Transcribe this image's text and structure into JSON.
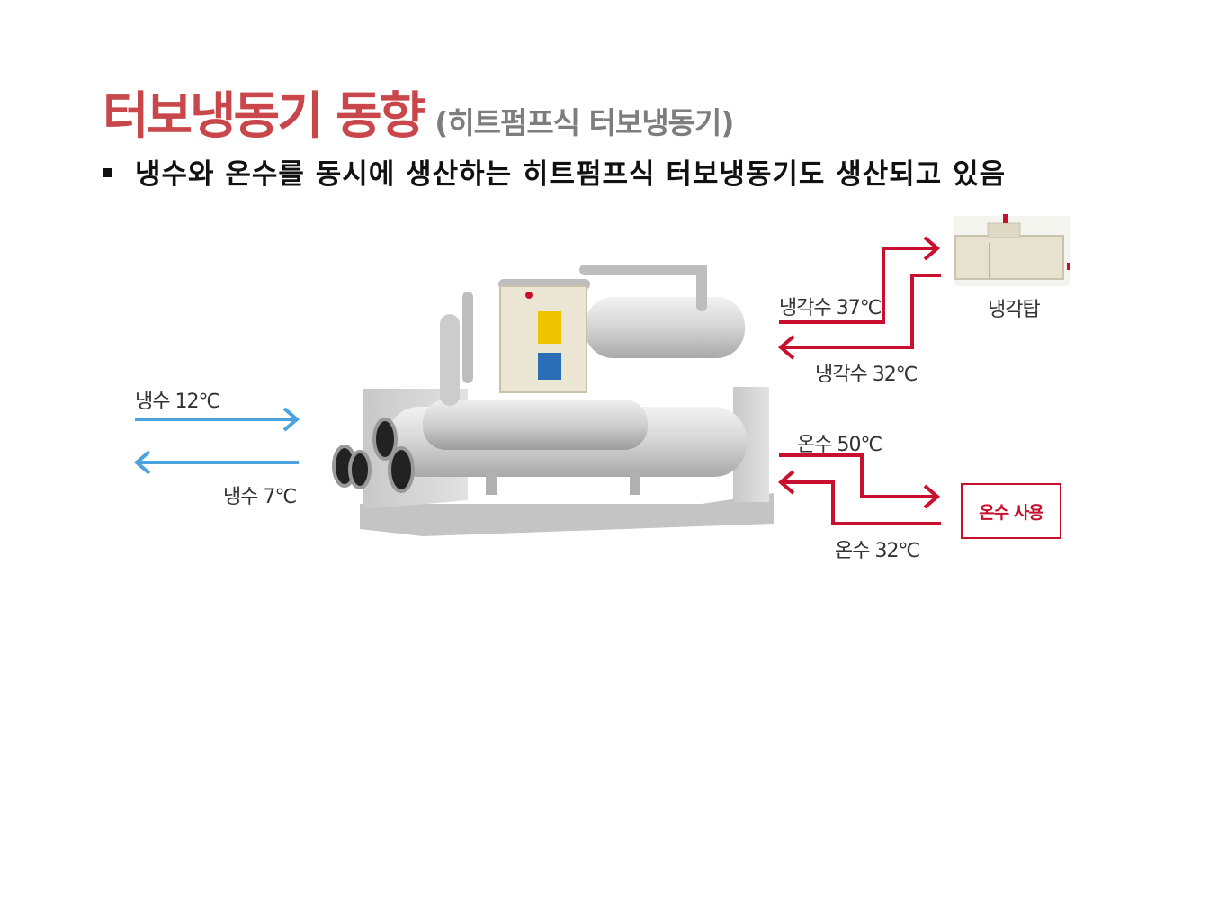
{
  "title": {
    "main": "터보냉동기 동향",
    "sub": "(히트펌프식 터보냉동기)"
  },
  "bullet": "냉수와 온수를 동시에 생산하는 히트펌프식 터보냉동기도 생산되고 있음",
  "diagram": {
    "chilled_in": "냉수 12℃",
    "chilled_out": "냉수 7℃",
    "cooling_out": "냉각수 37℃",
    "cooling_in": "냉각수 32℃",
    "cooling_tower": "냉각탑",
    "hot_out": "온수 50℃",
    "hot_in": "온수 32℃",
    "hot_use": "온수 사용"
  },
  "colors": {
    "title_red": "#c9474a",
    "flow_red": "#c8102e",
    "flow_blue": "#4aa3df",
    "subtitle_gray": "#7d7d7d"
  },
  "icons": {
    "bullet": "square-bullet-icon",
    "chiller": "turbo-chiller-illustration",
    "tower": "cooling-tower-illustration"
  }
}
